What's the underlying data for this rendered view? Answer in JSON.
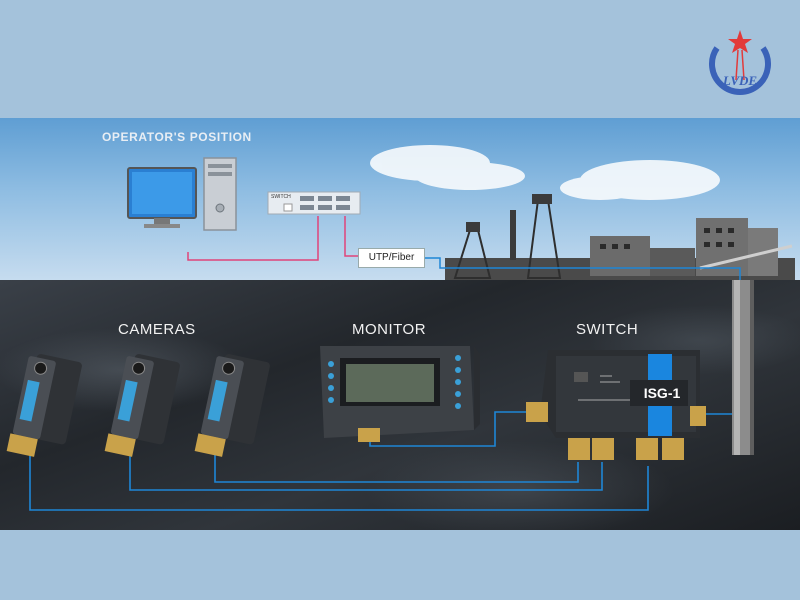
{
  "labels": {
    "operator_position": "OPERATOR'S POSITION",
    "cameras": "CAMERAS",
    "monitor": "MONITOR",
    "switch": "SWITCH",
    "utp_fiber": "UTP/Fiber",
    "switch_model": "ISG-1",
    "small_switch": "SWITCH"
  },
  "logo_text": "LVDE",
  "icons": [
    "logo-star-crescent",
    "desktop-computer-icon",
    "network-switch-icon",
    "camera-icon",
    "monitor-device-icon",
    "isg-switch-icon",
    "cable-pole-icon",
    "mine-headframe-icon"
  ],
  "colors": {
    "background": "#a4c2db",
    "operator_cable": "#e0447a",
    "underground_cable": "#1e86d6",
    "logo": "#3a62b8",
    "logo_star": "#e23a3a",
    "switch_accent": "#1a86df"
  }
}
